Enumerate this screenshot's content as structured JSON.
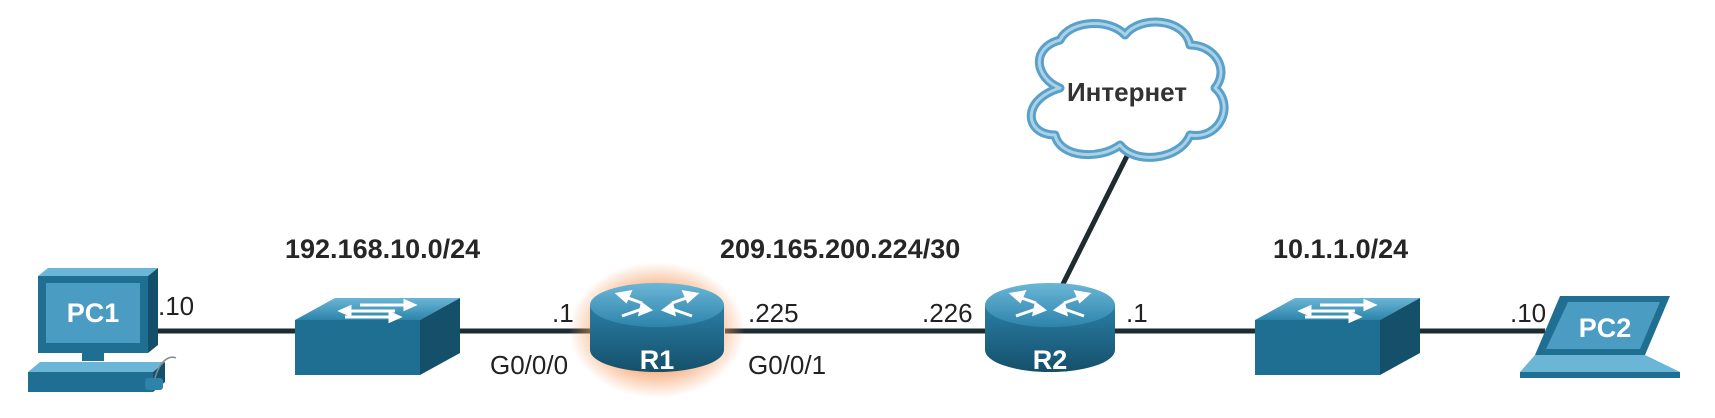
{
  "networks": {
    "lan1": "192.168.10.0/24",
    "wan": "209.165.200.224/30",
    "lan2": "10.1.1.0/24"
  },
  "devices": {
    "pc1": "PC1",
    "pc2": "PC2",
    "r1": "R1",
    "r2": "R2",
    "cloud": "Интернет"
  },
  "addresses": {
    "pc1_host": ".10",
    "r1_lan": ".1",
    "r1_wan": ".225",
    "r2_wan": ".226",
    "r2_lan": ".1",
    "pc2_host": ".10"
  },
  "interfaces": {
    "r1_g000": "G0/0/0",
    "r1_g001": "G0/0/1"
  },
  "colors": {
    "device": "#1f6f93",
    "device_dark": "#154e69",
    "device_light": "#5aa6c8",
    "link": "#1e2b2f",
    "cloud_stroke": "#5aa0c8",
    "highlight": "#f0a070"
  }
}
